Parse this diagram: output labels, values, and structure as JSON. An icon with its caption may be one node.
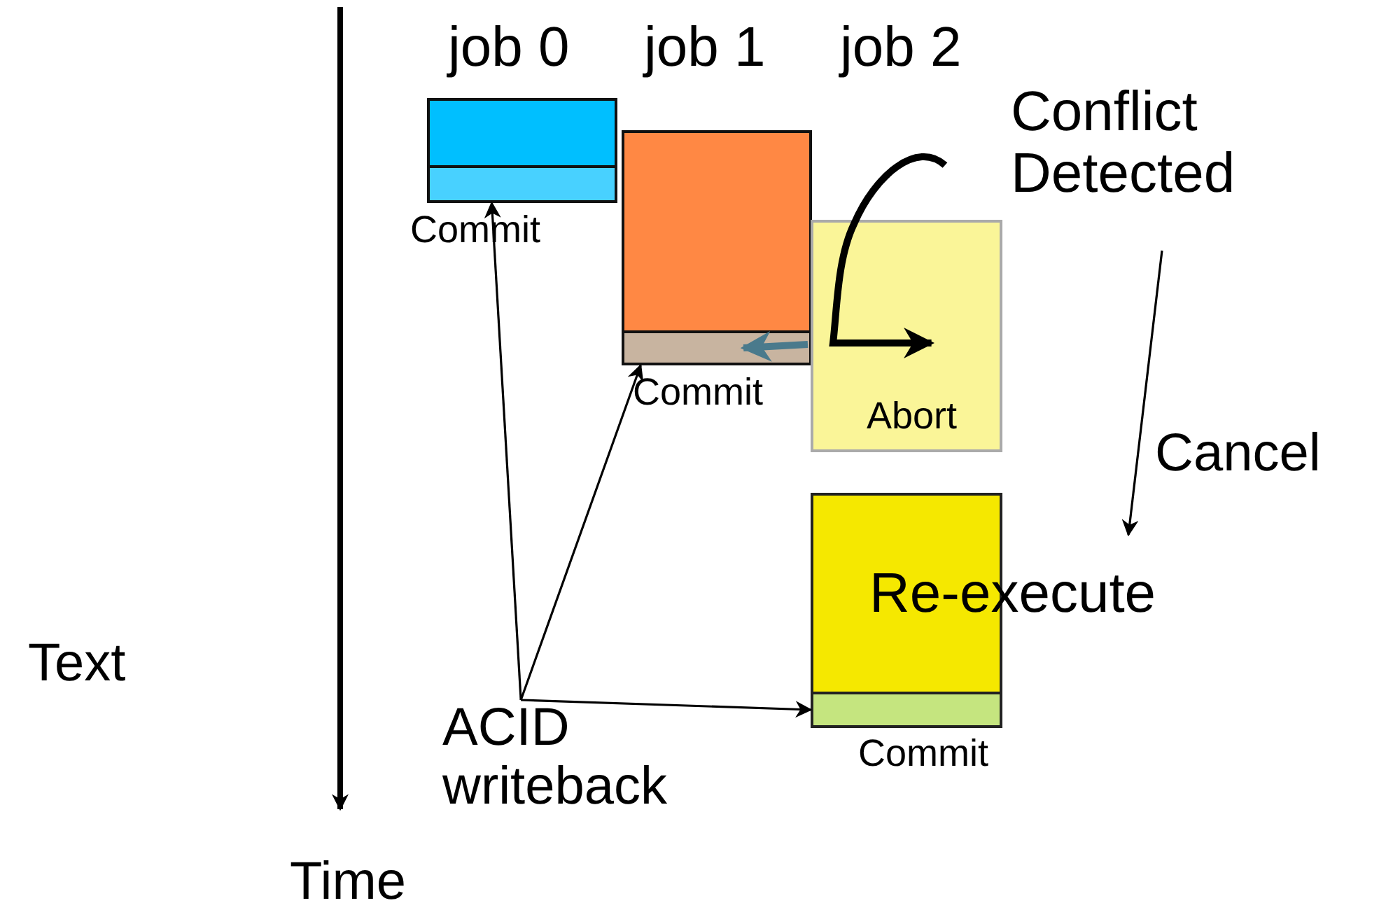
{
  "diagram": {
    "nodes": [
      {
        "text": [],
        "shape": "box"
      },
      {
        "text": [
          "Commit"
        ],
        "in": 0
      },
      {
        "text": [],
        "shape": "box"
      },
      {
        "text": [
          "Commit"
        ],
        "in": 2
      },
      {
        "text": [
          "Abort"
        ]
      },
      {
        "text": [
          "Re-execute"
        ]
      },
      {
        "text": [
          "Commit"
        ],
        "in": 5
      },
      {
        "text": [
          "ACID writeback"
        ]
      },
      {
        "text": [
          "Conflict Detected"
        ]
      }
    ],
    "edges": [
      {
        "from": 7,
        "to": 1,
        "arrow": "to"
      },
      {
        "from": 7,
        "to": 3,
        "arrow": "to"
      },
      {
        "from": 7,
        "to": 6,
        "arrow": "to"
      },
      {
        "from": null,
        "to": 4,
        "arrow": "to",
        "style": "thick"
      },
      {
        "from": null,
        "to": 3,
        "arrow": "to",
        "style": "thick",
        "color": "#4a7a8c"
      },
      {
        "from": 8,
        "to": null,
        "arrow": "to",
        "label": "Cancel"
      }
    ],
    "labels": [
      "job 0",
      "job 1",
      "job 2",
      "Text",
      "Time"
    ]
  }
}
